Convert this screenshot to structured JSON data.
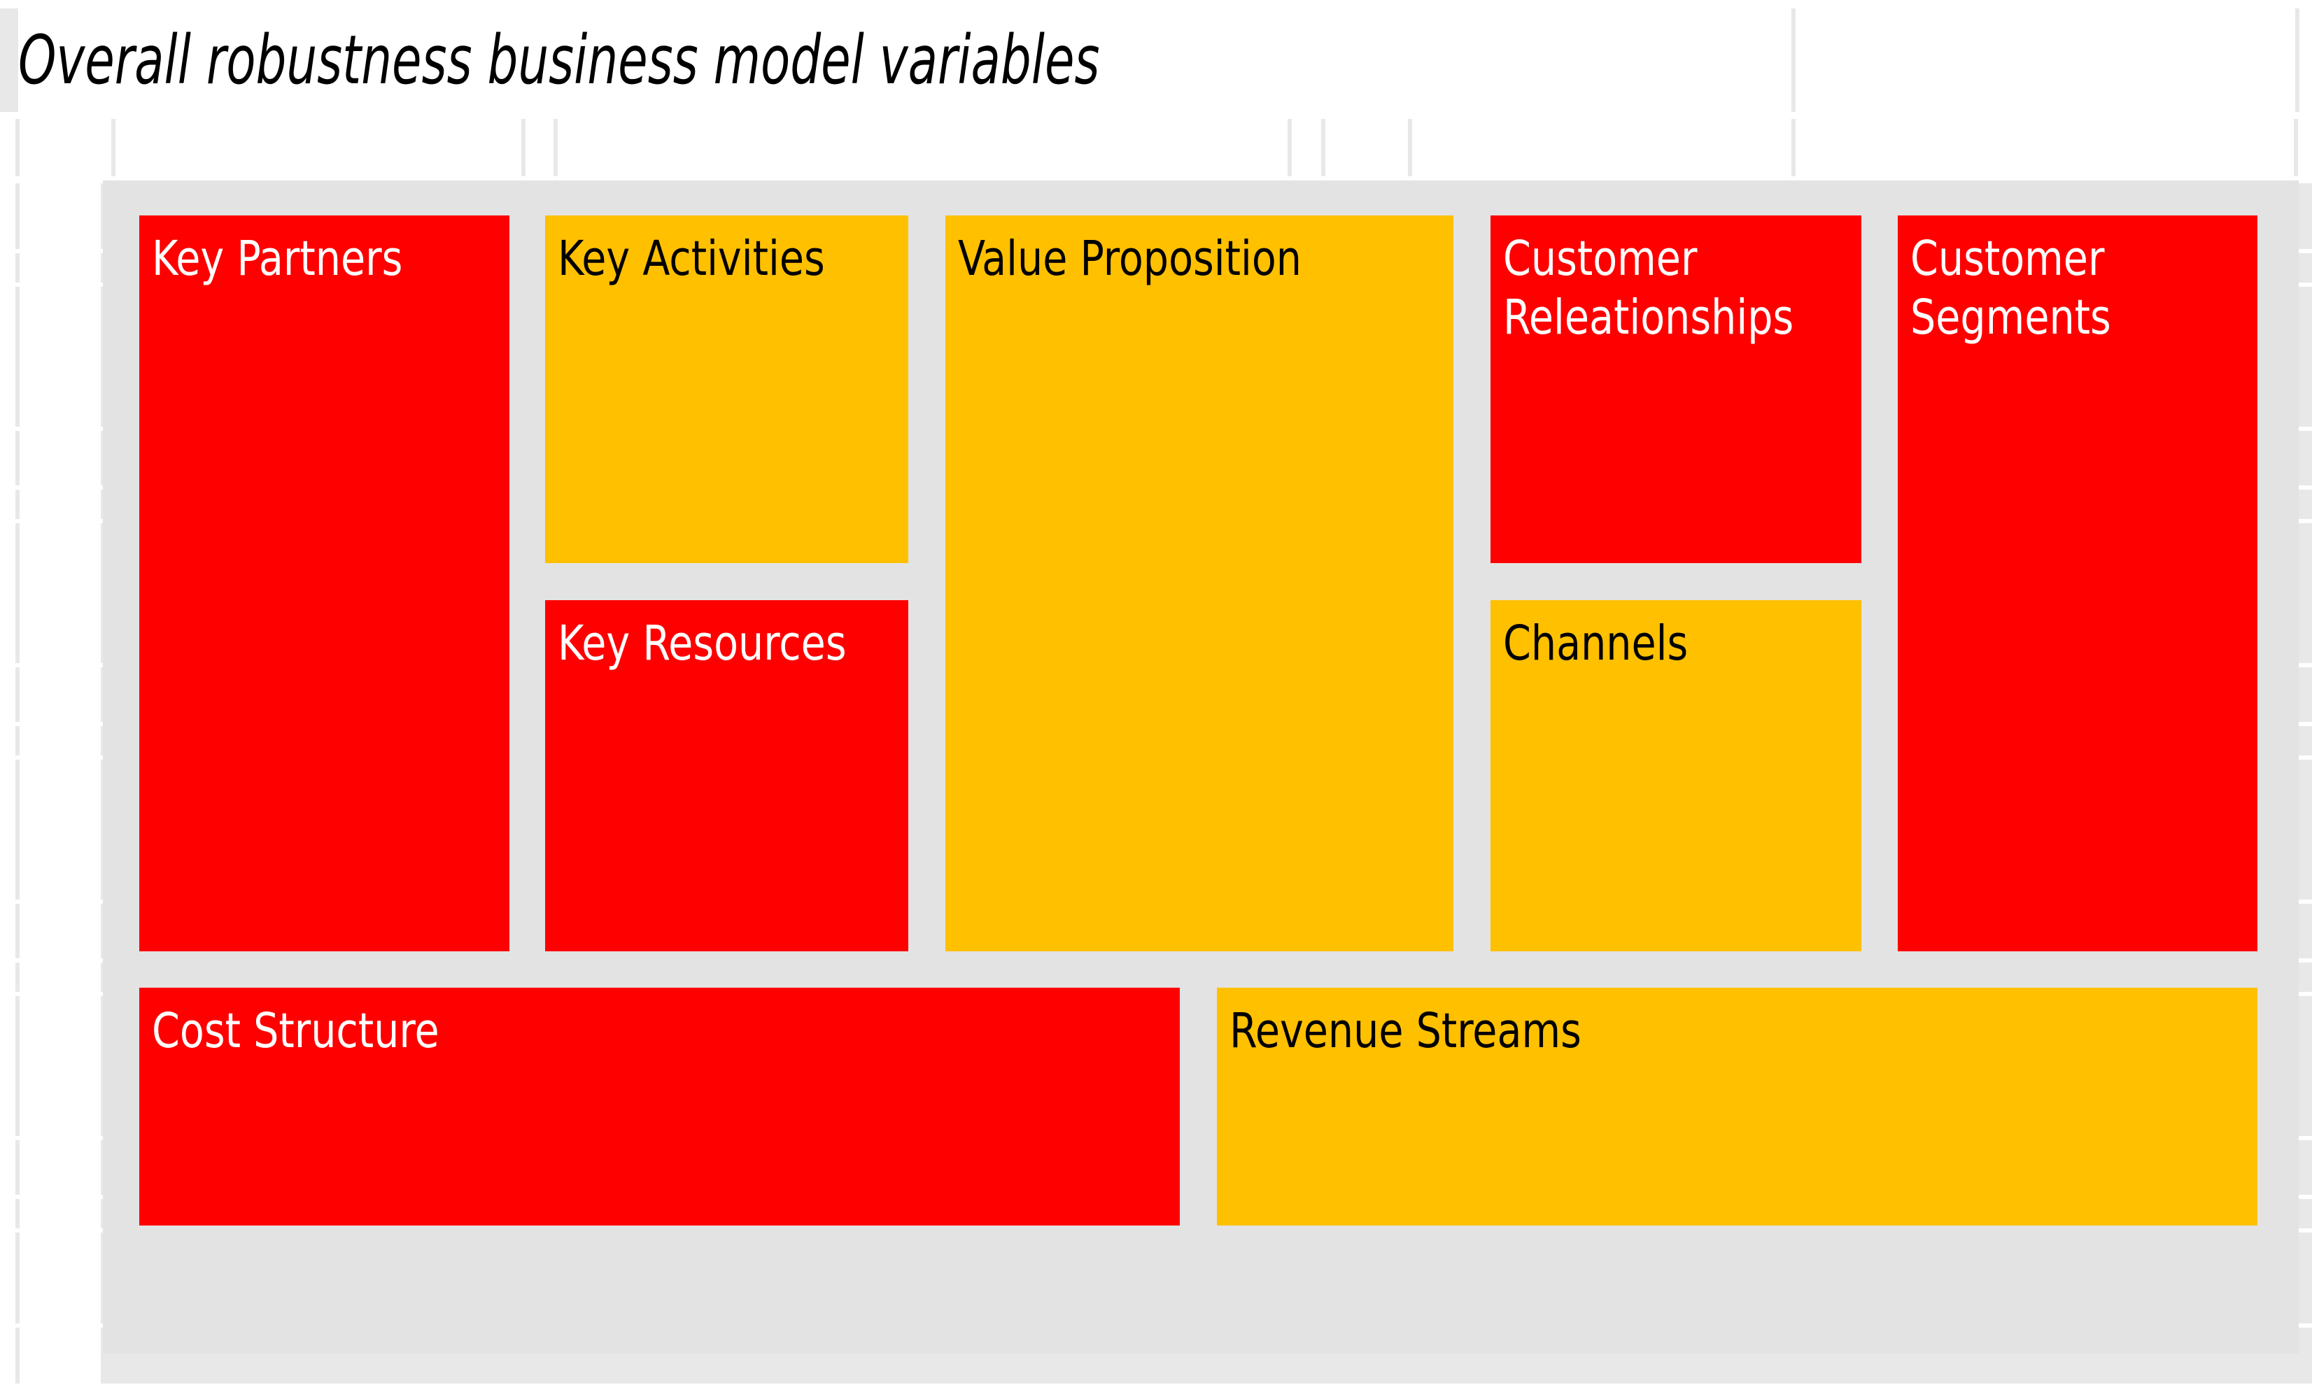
{
  "title": {
    "text": "Overall robustness business model variables"
  },
  "colors": {
    "red": "#FF0000",
    "amber": "#FFC000",
    "panel_background": "#E3E3E3",
    "page_background": "#FFFFFF",
    "gridline": "#E8E8E8",
    "text_on_red": "#FFFFFF",
    "text_on_amber": "#000000",
    "title_text": "#000000"
  },
  "canvas": {
    "blocks": [
      {
        "id": "key-partners",
        "label": "Key Partners",
        "color": "red",
        "status": "red"
      },
      {
        "id": "key-activities",
        "label": "Key Activities",
        "color": "amber",
        "status": "amber"
      },
      {
        "id": "key-resources",
        "label": "Key Resources",
        "color": "red",
        "status": "red"
      },
      {
        "id": "value-proposition",
        "label": "Value Proposition",
        "color": "amber",
        "status": "amber"
      },
      {
        "id": "customer-relationships",
        "label": "Customer\nReleationships",
        "color": "red",
        "status": "red"
      },
      {
        "id": "channels",
        "label": "Channels",
        "color": "amber",
        "status": "amber"
      },
      {
        "id": "customer-segments",
        "label": "Customer\nSegments",
        "color": "red",
        "status": "red"
      },
      {
        "id": "cost-structure",
        "label": "Cost Structure",
        "color": "red",
        "status": "red"
      },
      {
        "id": "revenue-streams",
        "label": "Revenue Streams",
        "color": "amber",
        "status": "amber"
      }
    ]
  },
  "grid": {
    "note": "spreadsheet gridlines visible behind the canvas",
    "column_edges": [
      26,
      77,
      96,
      348,
      366,
      630,
      648,
      810,
      828,
      1004,
      1010,
      1055,
      1070,
      1277,
      1283,
      1299,
      1310,
      1537
    ],
    "row_edges": [
      12,
      160,
      172,
      250,
      262,
      312,
      324,
      490,
      502,
      560,
      572,
      640,
      652,
      800,
      812,
      870,
      882,
      1030,
      1042,
      1100,
      1112,
      1280,
      1292,
      1350,
      1362,
      1510,
      1522,
      1580,
      1592,
      1760,
      1772,
      1830,
      1842,
      1935,
      1947,
      1990
    ]
  }
}
